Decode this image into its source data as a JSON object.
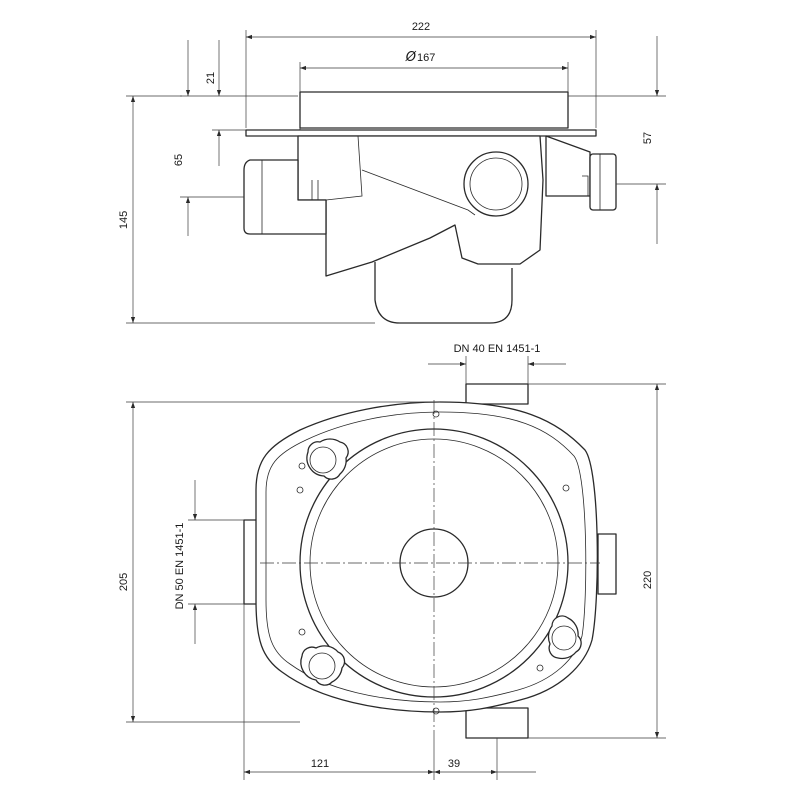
{
  "top_view": {
    "dim_width": "222",
    "dim_diameter_symbol": "Ø",
    "dim_diameter_value": "167",
    "dim_rim": "21",
    "dim_outlet_height": "65",
    "dim_total_height": "145",
    "dim_inlet_height": "57"
  },
  "plan_view": {
    "label_dn40": "DN 40 EN 1451-1",
    "label_dn50": "DN 50 EN 1451-1",
    "dim_depth": "205",
    "dim_total_depth": "220",
    "dim_offset_x": "121",
    "dim_pipe_offset": "39"
  }
}
